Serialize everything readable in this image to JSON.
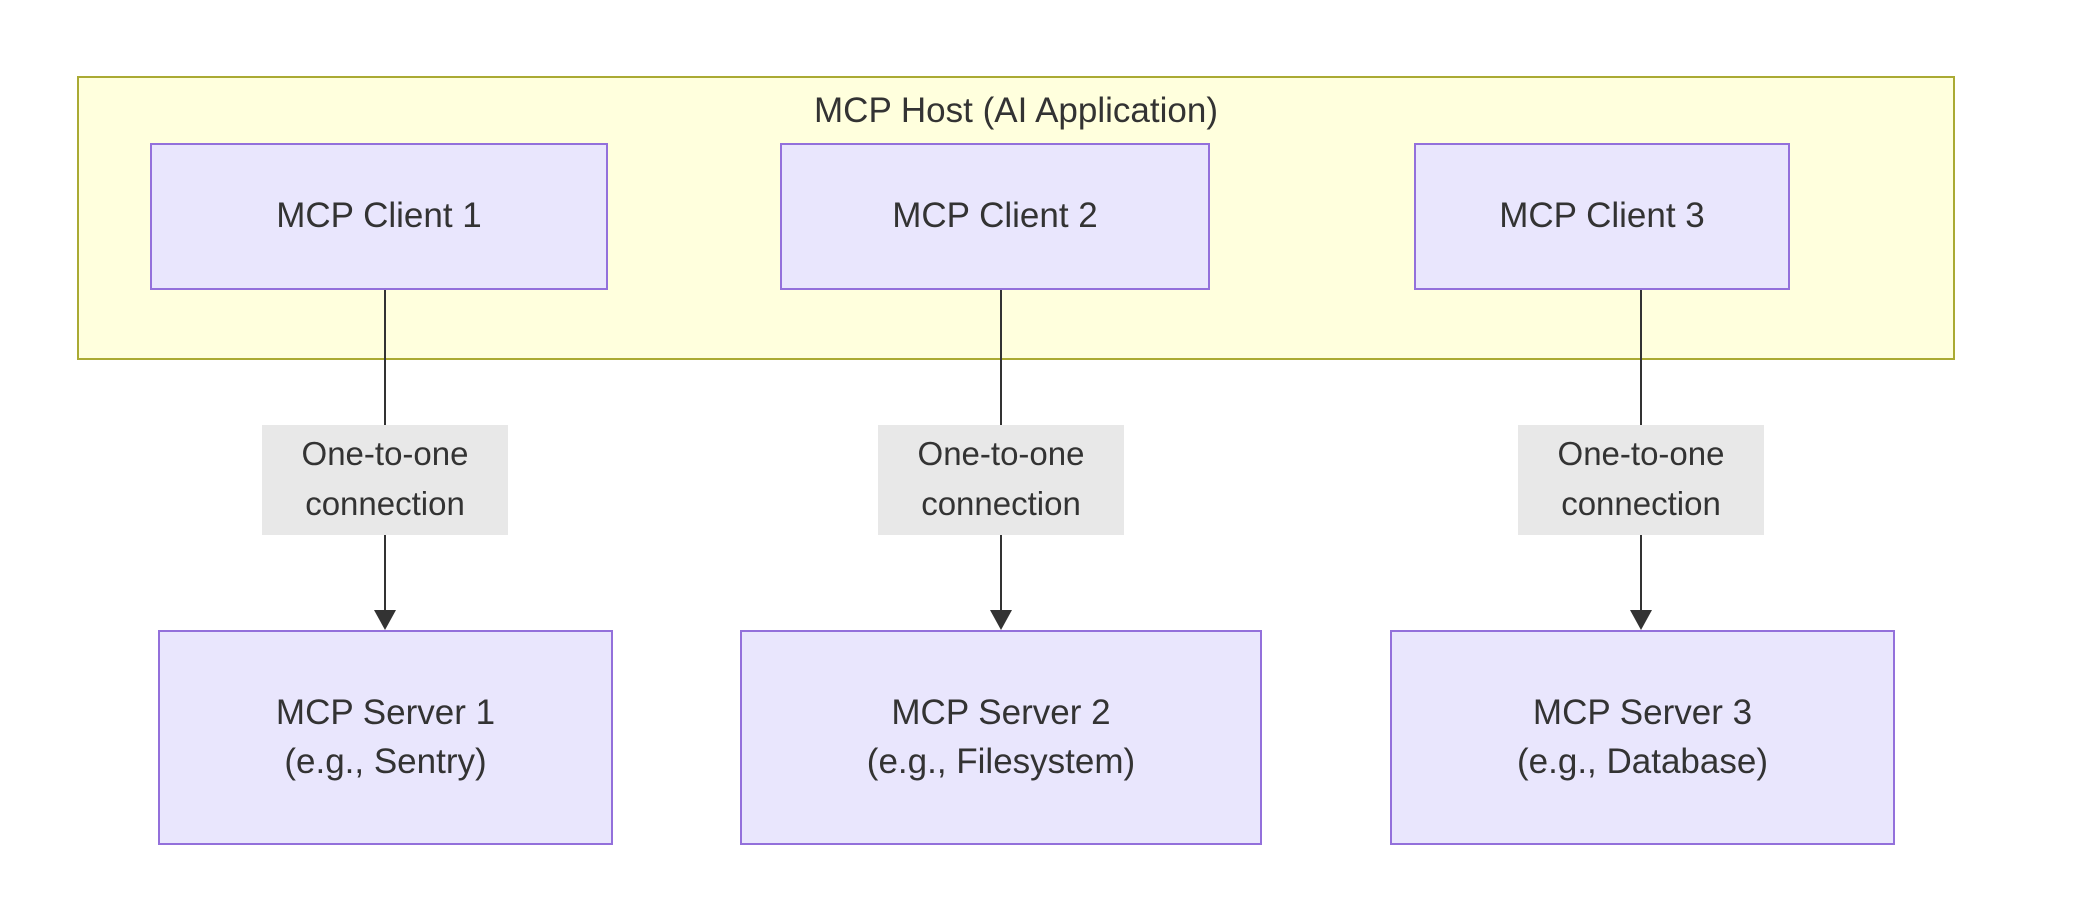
{
  "diagram": {
    "title": "MCP Host (AI Application)",
    "host": {
      "label": "MCP Host (AI Application)",
      "fill_color": "#ffffdd",
      "border_color": "#aaaa33"
    },
    "node_style": {
      "fill_color": "#e9e6fd",
      "border_color": "#9370db",
      "text_color": "#333333"
    },
    "edge_style": {
      "line_color": "#333333",
      "label_background": "#e8e8e8"
    },
    "clients": [
      {
        "label": "MCP Client 1"
      },
      {
        "label": "MCP Client 2"
      },
      {
        "label": "MCP Client 3"
      }
    ],
    "edges": [
      {
        "label": "One-to-one\nconnection",
        "from": "MCP Client 1",
        "to": "MCP Server 1"
      },
      {
        "label": "One-to-one\nconnection",
        "from": "MCP Client 2",
        "to": "MCP Server 2"
      },
      {
        "label": "One-to-one\nconnection",
        "from": "MCP Client 3",
        "to": "MCP Server 3"
      }
    ],
    "servers": [
      {
        "label": "MCP Server 1\n(e.g., Sentry)"
      },
      {
        "label": "MCP Server 2\n(e.g., Filesystem)"
      },
      {
        "label": "MCP Server 3\n(e.g., Database)"
      }
    ]
  }
}
